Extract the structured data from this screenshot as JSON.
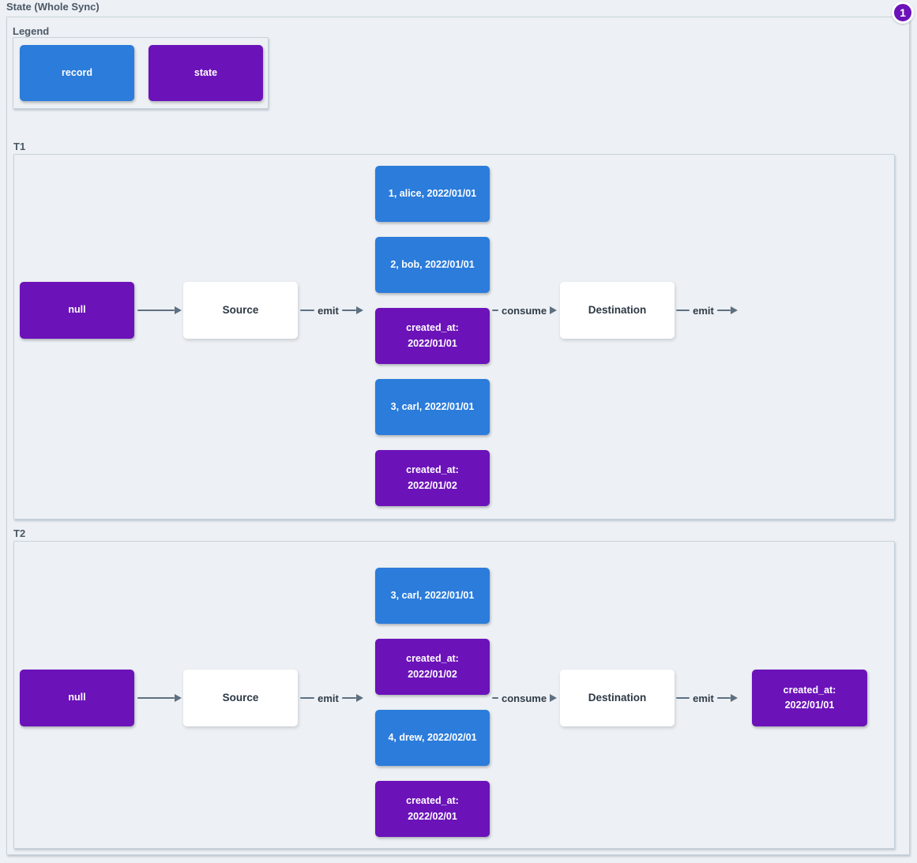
{
  "diagram": {
    "title": "State (Whole Sync)",
    "badge_count": "1"
  },
  "colors": {
    "background": "#edf0f4",
    "record_fill": "#2b7cdb",
    "state_fill": "#6b12b9",
    "node_fill": "#ffffff",
    "arrow": "#5d7081"
  },
  "legend": {
    "label": "Legend",
    "items": [
      {
        "label": "record",
        "type": "record"
      },
      {
        "label": "state",
        "type": "state"
      }
    ]
  },
  "sections": [
    {
      "label": "T1",
      "input_node": {
        "label": "null",
        "type": "state"
      },
      "source_node": {
        "label": "Source"
      },
      "destination_node": {
        "label": "Destination"
      },
      "edge_labels": {
        "source_emit": "emit",
        "consume": "consume",
        "destination_emit": "emit"
      },
      "queue": [
        {
          "label": "1, alice, 2022/01/01",
          "type": "record"
        },
        {
          "label": "2, bob, 2022/01/01",
          "type": "record"
        },
        {
          "label": "created_at: 2022/01/01",
          "type": "state"
        },
        {
          "label": "3, carl, 2022/01/01",
          "type": "record"
        },
        {
          "label": "created_at: 2022/01/02",
          "type": "state"
        }
      ]
    },
    {
      "label": "T2",
      "input_node": {
        "label": "null",
        "type": "state"
      },
      "source_node": {
        "label": "Source"
      },
      "destination_node": {
        "label": "Destination"
      },
      "edge_labels": {
        "source_emit": "emit",
        "consume": "consume",
        "destination_emit": "emit"
      },
      "queue": [
        {
          "label": "3, carl, 2022/01/01",
          "type": "record"
        },
        {
          "label": "created_at: 2022/01/02",
          "type": "state"
        },
        {
          "label": "4, drew, 2022/02/01",
          "type": "record"
        },
        {
          "label": "created_at: 2022/02/01",
          "type": "state"
        }
      ],
      "output_node": {
        "label": "created_at: 2022/01/01",
        "type": "state"
      }
    }
  ]
}
